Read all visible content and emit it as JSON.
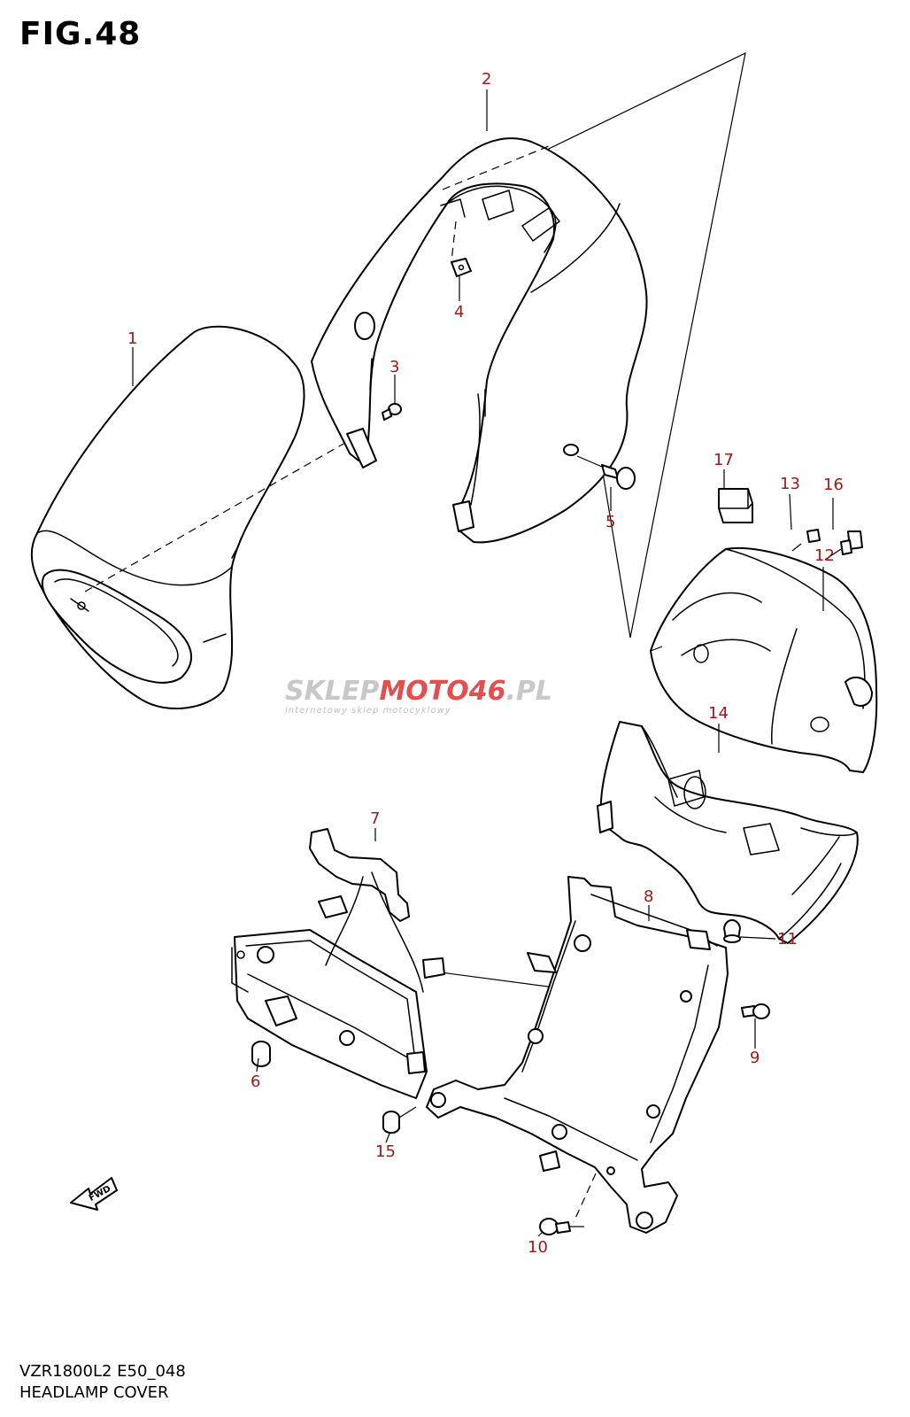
{
  "figure": {
    "title": "FIG.48",
    "model_code": "VZR1800L2 E50_048",
    "caption": "HEADLAMP COVER"
  },
  "watermark": {
    "brand_part1": "SKLEP",
    "brand_part2": "MOTO",
    "brand_part3": "46",
    "brand_part4": ".PL",
    "tagline": "internetowy sklep motocyklowy"
  },
  "fwd_label": "FWD",
  "callouts": [
    "1",
    "2",
    "3",
    "4",
    "5",
    "6",
    "7",
    "8",
    "9",
    "10",
    "11",
    "12",
    "13",
    "14",
    "15",
    "16",
    "17"
  ],
  "colors": {
    "callout": "#a01818",
    "watermark_grey": "#c8c8c8",
    "watermark_red": "#e05050"
  }
}
